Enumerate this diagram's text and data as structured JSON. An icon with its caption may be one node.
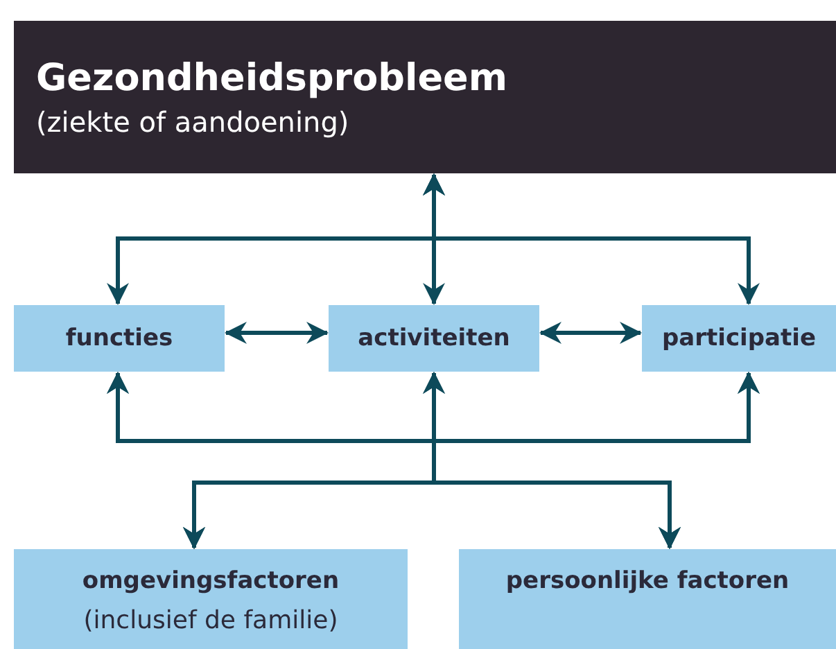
{
  "diagram": {
    "nodes": [
      {
        "text": [
          "Gezondheidsprobleem",
          "(ziekte of aandoening)"
        ]
      },
      {
        "text": [
          "functies"
        ]
      },
      {
        "text": [
          "activiteiten"
        ]
      },
      {
        "text": [
          "participatie"
        ]
      },
      {
        "text": [
          "omgevingsfactoren",
          "(inclusief de familie)"
        ]
      },
      {
        "text": [
          "persoonlijke factoren"
        ]
      }
    ],
    "edges": [
      {
        "from": 0,
        "to": 2,
        "arrow": "both"
      },
      {
        "from": 0,
        "to": 1,
        "arrow": "both"
      },
      {
        "from": 0,
        "to": 3,
        "arrow": "both"
      },
      {
        "from": 1,
        "to": 2,
        "arrow": "both"
      },
      {
        "from": 2,
        "to": 3,
        "arrow": "both"
      },
      {
        "from": 4,
        "to": 1,
        "arrow": "both"
      },
      {
        "from": 4,
        "to": 2,
        "arrow": "both"
      },
      {
        "from": 4,
        "to": 3,
        "arrow": "both"
      },
      {
        "from": 5,
        "to": 1,
        "arrow": "both"
      },
      {
        "from": 5,
        "to": 2,
        "arrow": "both"
      },
      {
        "from": 5,
        "to": 3,
        "arrow": "both"
      }
    ]
  }
}
